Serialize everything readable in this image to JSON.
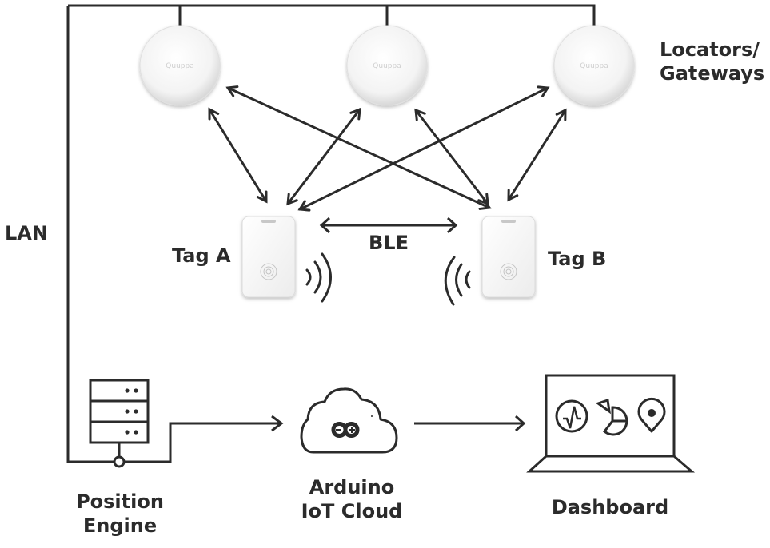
{
  "labels": {
    "locators": [
      "Locators/",
      "Gateways"
    ],
    "lan": "LAN",
    "ble": "BLE",
    "tag_a": "Tag A",
    "tag_b": "Tag B",
    "position_engine": [
      "Position",
      "Engine"
    ],
    "cloud": [
      "Arduino",
      "IoT Cloud"
    ],
    "dashboard": "Dashboard"
  },
  "locators": [
    {
      "name": "locator-1",
      "brand": "Quuppa"
    },
    {
      "name": "locator-2",
      "brand": "Quuppa"
    },
    {
      "name": "locator-3",
      "brand": "Quuppa"
    }
  ],
  "links": [
    {
      "from": "locator-1",
      "to": "tag-a"
    },
    {
      "from": "locator-1",
      "to": "tag-b"
    },
    {
      "from": "locator-2",
      "to": "tag-a"
    },
    {
      "from": "locator-2",
      "to": "tag-b"
    },
    {
      "from": "locator-3",
      "to": "tag-a"
    },
    {
      "from": "locator-3",
      "to": "tag-b"
    },
    {
      "from": "tag-a",
      "to": "tag-b",
      "label": "BLE"
    },
    {
      "from": "position-engine",
      "to": "arduino-iot-cloud"
    },
    {
      "from": "arduino-iot-cloud",
      "to": "dashboard"
    }
  ],
  "dashboard_icons": [
    "activity-icon",
    "pie-chart-icon",
    "location-pin-icon"
  ],
  "colors": {
    "line": "#2b2b2b",
    "device": "#f4f4f4",
    "device_edge": "#cfcfcf"
  }
}
